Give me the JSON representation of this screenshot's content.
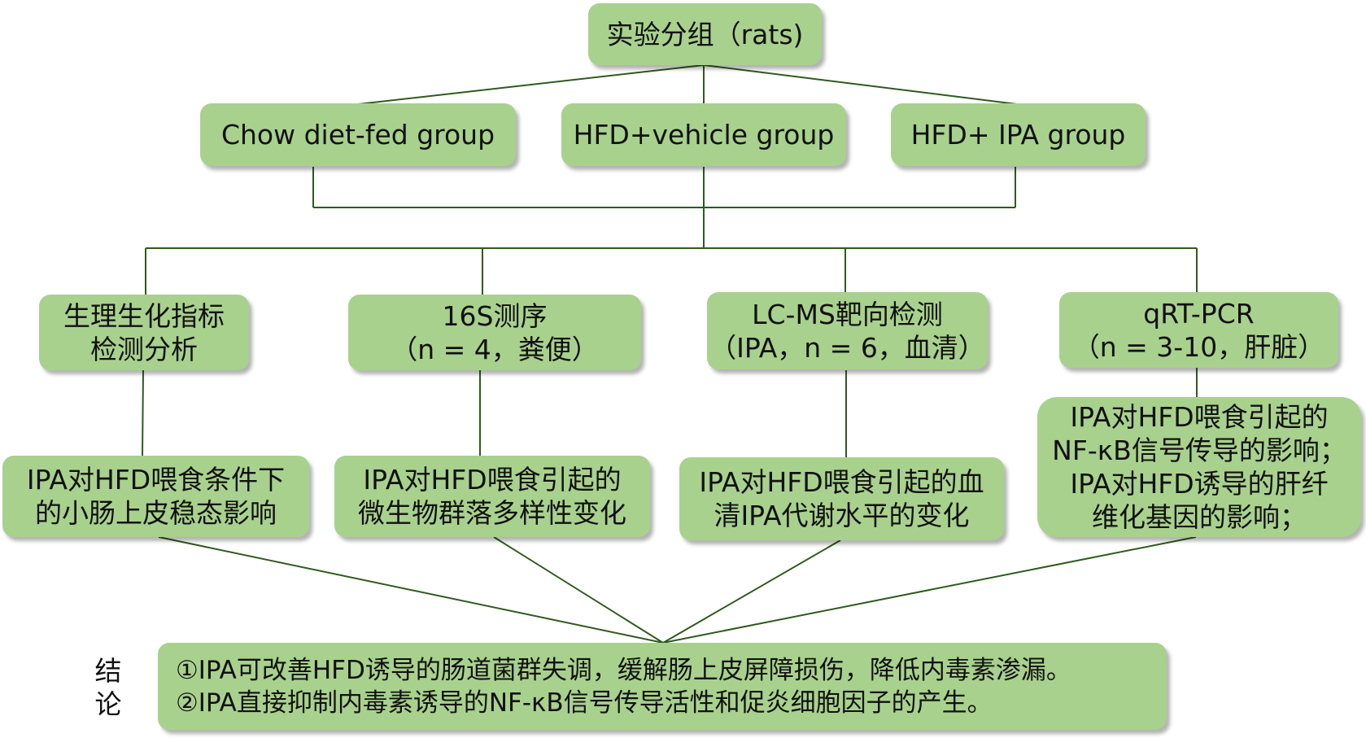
{
  "root": {
    "label": "实验分组（rats)"
  },
  "groups": [
    {
      "label": "Chow diet-fed group"
    },
    {
      "label": "HFD+vehicle group"
    },
    {
      "label": "HFD+ IPA group"
    }
  ],
  "methods": [
    {
      "line1": "生理生化指标",
      "line2": "检测分析"
    },
    {
      "line1": "16S测序",
      "line2": "（n = 4，粪便）"
    },
    {
      "line1": "LC-MS靶向检测",
      "line2": "（IPA，n = 6，血清）"
    },
    {
      "line1": "qRT-PCR",
      "line2": "（n = 3-10，肝脏）"
    }
  ],
  "results": [
    {
      "lines": [
        "IPA对HFD喂食条件下",
        "的小肠上皮稳态影响"
      ]
    },
    {
      "lines": [
        "IPA对HFD喂食引起的",
        "微生物群落多样性变化"
      ]
    },
    {
      "lines": [
        "IPA对HFD喂食引起的血",
        "清IPA代谢水平的变化"
      ]
    },
    {
      "lines": [
        "IPA对HFD喂食引起的",
        "NF-κB信号传导的影响；",
        "IPA对HFD诱导的肝纤",
        "维化基因的影响；"
      ]
    }
  ],
  "conclusion": {
    "side_label_1": "结",
    "side_label_2": "论",
    "line1": "①IPA可改善HFD诱导的肠道菌群失调，缓解肠上皮屏障损伤，降低内毒素渗漏。",
    "line2": "②IPA直接抑制内毒素诱导的NF-κB信号传导活性和促炎细胞因子的产生。"
  },
  "colors": {
    "box_fill": "#a9d18e",
    "line": "#2f5a1e"
  }
}
